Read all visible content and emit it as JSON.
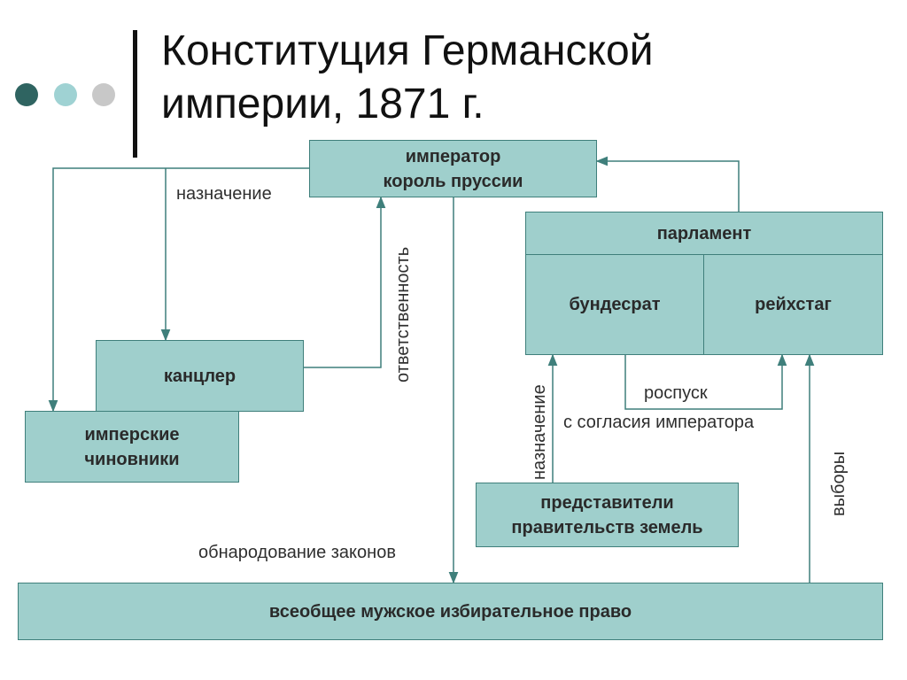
{
  "colors": {
    "box_fill": "#9fcfcc",
    "box_border": "#3f7f7b",
    "line": "#3f7f7b",
    "dot_dark": "#2f6461",
    "dot_light": "#9fd2d3",
    "dot_gray": "#c8c8c8"
  },
  "title": {
    "line1": "Конституция Германской",
    "line2": "империи, 1871 г."
  },
  "boxes": {
    "emperor_line1": "император",
    "emperor_line2": "король пруссии",
    "parliament": "парламент",
    "bundesrat": "бундесрат",
    "reichstag": "рейхстаг",
    "chancellor": "канцлер",
    "officials_line1": "имперские",
    "officials_line2": "чиновники",
    "representatives_line1": "представители",
    "representatives_line2": "правительств земель",
    "suffrage": "всеобщее мужское избирательное право"
  },
  "labels": {
    "appointment_top": "назначение",
    "responsibility": "ответственность",
    "dissolution": "роспуск",
    "consent": "с согласия императора",
    "appointment_side": "назначение",
    "elections": "выборы",
    "promulgation": "обнародование законов"
  }
}
